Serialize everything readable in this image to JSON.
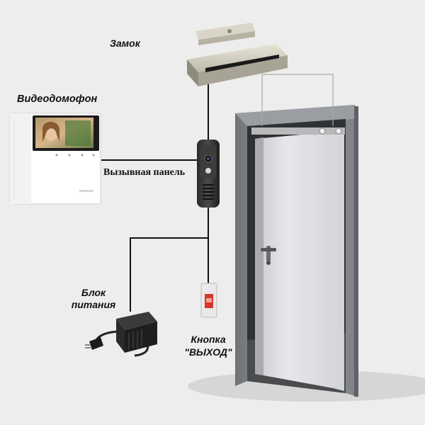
{
  "labels": {
    "lock": "Замок",
    "videophone": "Видеодомофон",
    "call_panel": "Вызывная панель",
    "power_supply_line1": "Блок",
    "power_supply_line2": "питания",
    "exit_button_line1": "Кнопка",
    "exit_button_line2": "\"ВЫХОД\""
  },
  "colors": {
    "background": "#ededed",
    "wire": "#111111",
    "door_frame": "#8a8d91",
    "door_leaf": "#dcdde0"
  }
}
